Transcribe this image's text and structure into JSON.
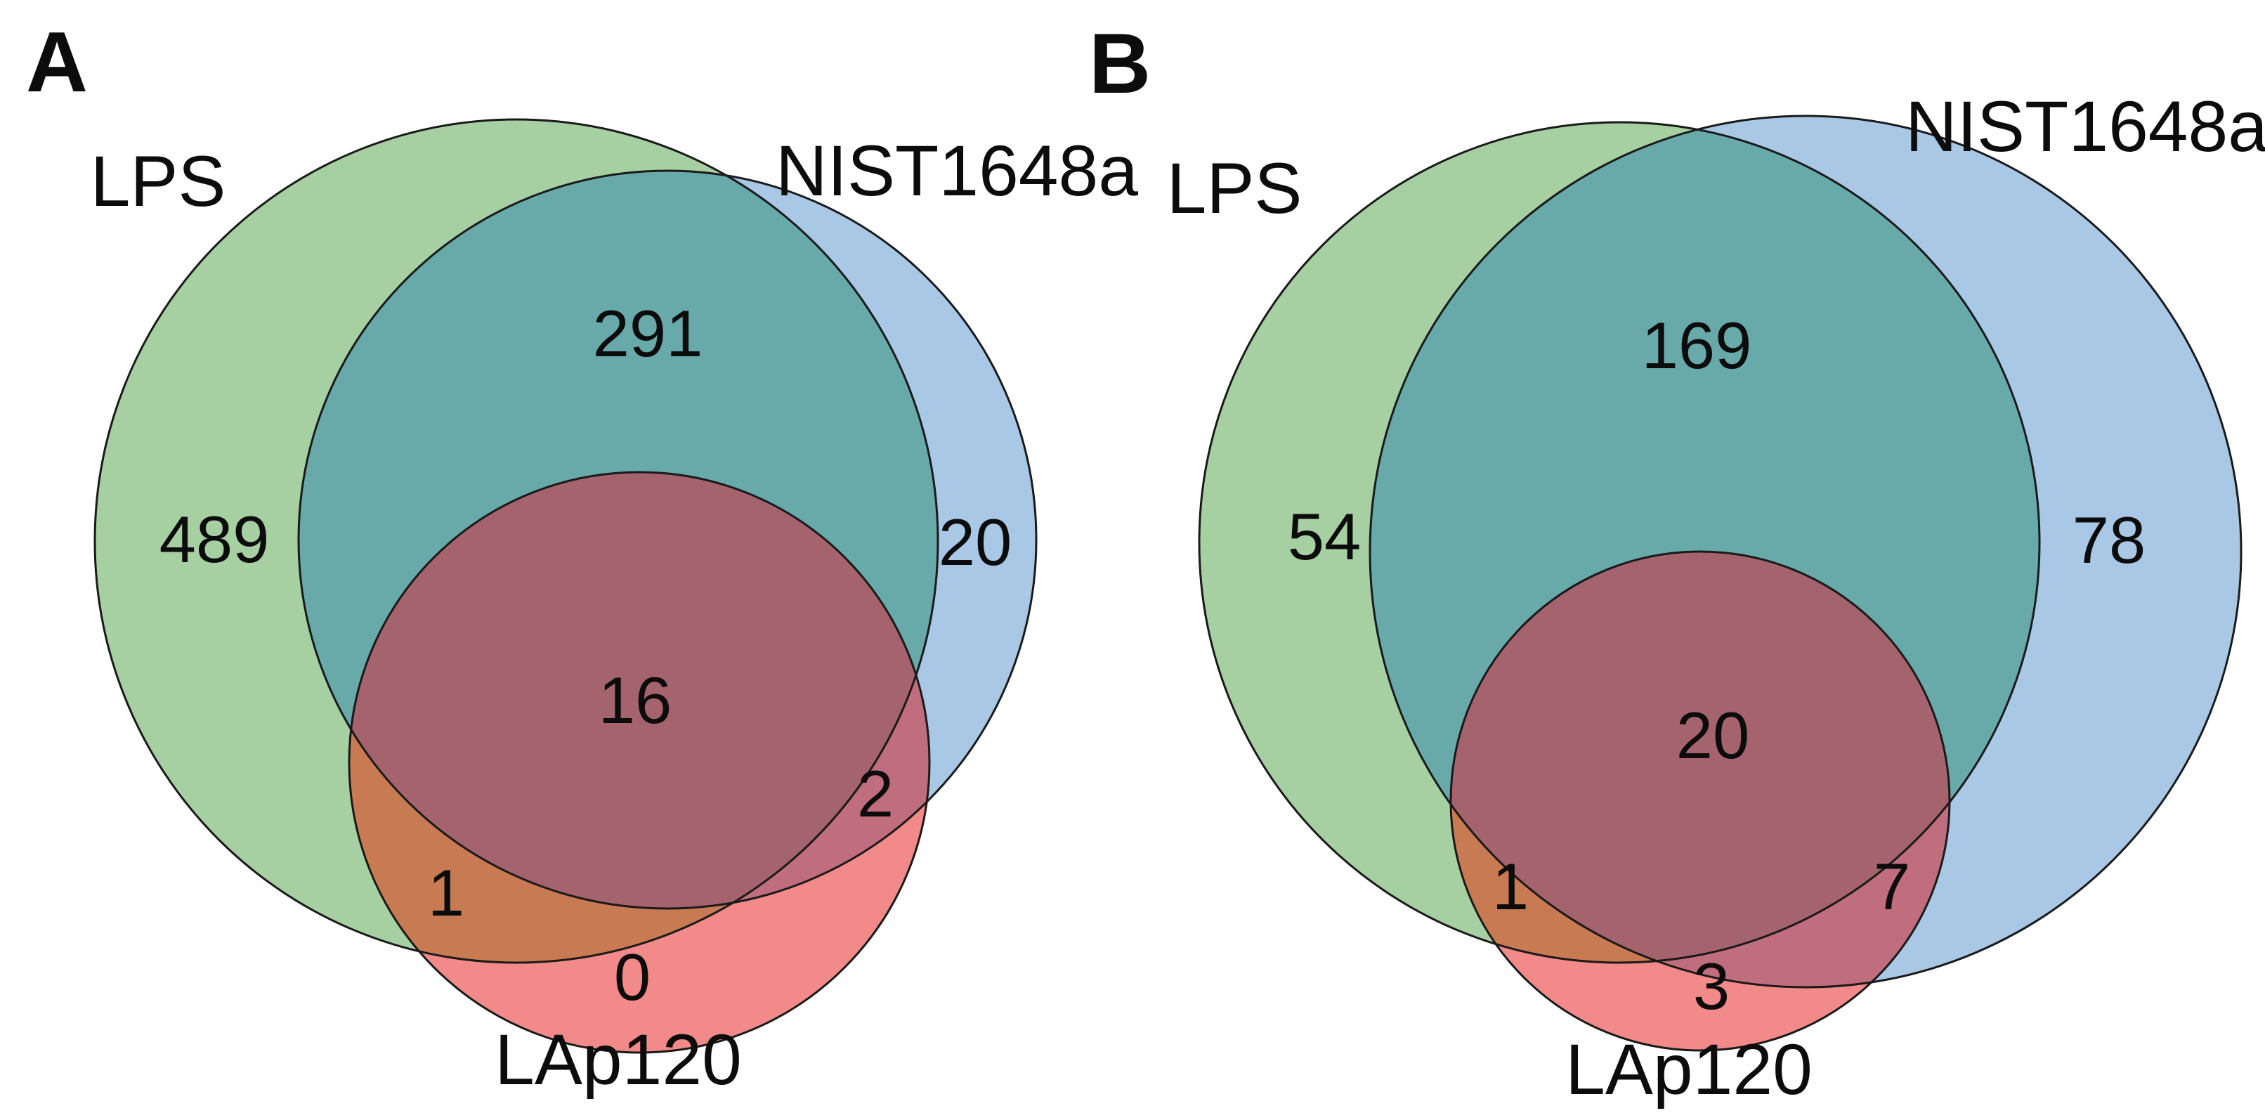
{
  "panels": [
    {
      "panel_label": "A",
      "set_labels": {
        "lps": "LPS",
        "nist": "NIST1648a",
        "lap": "LAp120"
      },
      "counts": {
        "lps_only": "489",
        "lps_nist": "291",
        "nist_only": "20",
        "lps_nist_lap": "16",
        "nist_lap": "2",
        "lps_lap": "1",
        "lap_only": "0"
      }
    },
    {
      "panel_label": "B",
      "set_labels": {
        "lps": "LPS",
        "nist": "NIST1648a",
        "lap": "LAp120"
      },
      "counts": {
        "lps_only": "54",
        "lps_nist": "169",
        "nist_only": "78",
        "lps_nist_lap": "20",
        "nist_lap": "7",
        "lps_lap": "1",
        "lap_only": "3"
      }
    }
  ],
  "colors": {
    "lps_green": "#a6d0a2",
    "nist_blue": "#a8c8e6",
    "lps_nist_teal": "#68a9aa",
    "lap_red": "#f18a88",
    "lps_lap_orange": "#c87a52",
    "nist_lap_pink": "#c06d7e",
    "all_maroon": "#a5636d",
    "outline": "#1a1a1a"
  },
  "chart_data": [
    {
      "type": "venn",
      "panel": "A",
      "sets": [
        "LPS",
        "NIST1648a",
        "LAp120"
      ],
      "regions": {
        "LPS_only": 489,
        "NIST1648a_only": 20,
        "LAp120_only": 0,
        "LPS∩NIST1648a": 291,
        "LPS∩LAp120": 1,
        "NIST1648a∩LAp120": 2,
        "LPS∩NIST1648a∩LAp120": 16
      }
    },
    {
      "type": "venn",
      "panel": "B",
      "sets": [
        "LPS",
        "NIST1648a",
        "LAp120"
      ],
      "regions": {
        "LPS_only": 54,
        "NIST1648a_only": 78,
        "LAp120_only": 3,
        "LPS∩NIST1648a": 169,
        "LPS∩LAp120": 1,
        "NIST1648a∩LAp120": 7,
        "LPS∩NIST1648a∩LAp120": 20
      }
    }
  ]
}
